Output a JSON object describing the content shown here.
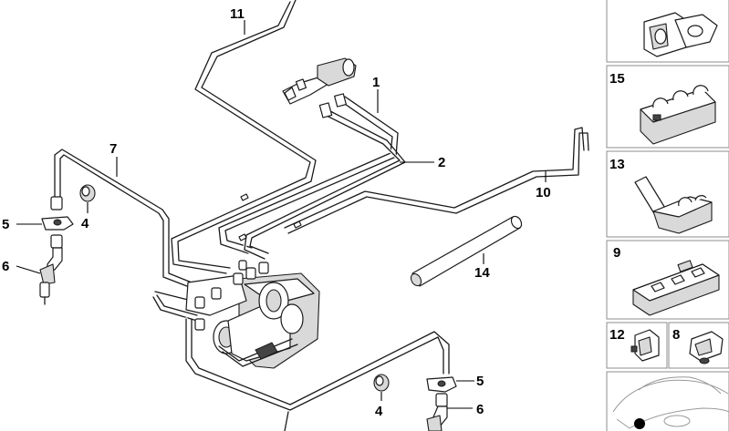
{
  "callouts": {
    "c1": "1",
    "c2": "2",
    "c4a": "4",
    "c4b": "4",
    "c5a": "5",
    "c5b": "5",
    "c6a": "6",
    "c6b": "6",
    "c7": "7",
    "c10": "10",
    "c11": "11",
    "c14": "14"
  },
  "side_panels": [
    {
      "number": ""
    },
    {
      "number": "15"
    },
    {
      "number": "13"
    },
    {
      "number": "9"
    }
  ],
  "bottom_panels": [
    {
      "number": "12"
    },
    {
      "number": "8"
    }
  ],
  "colors": {
    "line": "#1a1a1a",
    "panel_border": "#8c8c8c",
    "shade": "#d9d9d9"
  }
}
